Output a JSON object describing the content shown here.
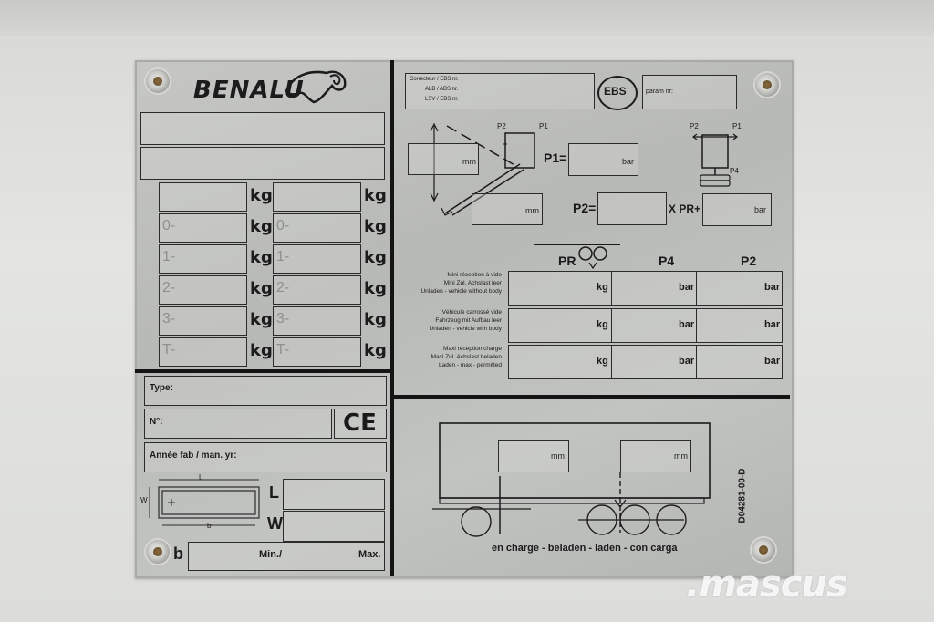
{
  "brand": "BENALU",
  "watermark": ".mascus",
  "left_table": {
    "rows": [
      {
        "left_prefix": "",
        "left_unit": "kg",
        "right_prefix": "",
        "right_unit": "kg"
      },
      {
        "left_prefix": "0-",
        "left_unit": "kg",
        "right_prefix": "0-",
        "right_unit": "kg"
      },
      {
        "left_prefix": "1-",
        "left_unit": "kg",
        "right_prefix": "1-",
        "right_unit": "kg"
      },
      {
        "left_prefix": "2-",
        "left_unit": "kg",
        "right_prefix": "2-",
        "right_unit": "kg"
      },
      {
        "left_prefix": "3-",
        "left_unit": "kg",
        "right_prefix": "3-",
        "right_unit": "kg"
      },
      {
        "left_prefix": "T-",
        "left_unit": "kg",
        "right_prefix": "T-",
        "right_unit": "kg"
      }
    ]
  },
  "id_fields": {
    "type_label": "Type:",
    "number_label": "N°:",
    "year_label": "Année fab / man. yr:",
    "ce_mark": "CE"
  },
  "dimensions": {
    "dim_l": "L",
    "dim_w": "W",
    "dim_b": "b",
    "row_l": "L",
    "row_w": "W",
    "row_b": "b",
    "min": "Min./",
    "max": "Max."
  },
  "ebs_panel": {
    "corrector_lines": [
      "Correcteur / EBS nr.",
      "ALB / ABS nr.",
      "LSV / EBS nr."
    ],
    "ebs_badge": "EBS",
    "param_label": "param nr:",
    "p2_small": "P2",
    "p1_small": "P1",
    "p2_small_b": "P2",
    "p1_small_b": "P1",
    "p4_small": "P4",
    "mm_1": "mm",
    "mm_2": "mm",
    "p1_eq": "P1=",
    "p2_eq": "P2=",
    "bar_1": "bar",
    "bar_2": "bar",
    "xpr": "X PR+"
  },
  "load_table": {
    "headers": [
      "PR",
      "P4",
      "P2"
    ],
    "rows": [
      {
        "lines": [
          "Mini réception à vide",
          "Mini Zul. Achslast leer",
          "Unladen - vehicle without body"
        ],
        "units": [
          "kg",
          "bar",
          "bar"
        ]
      },
      {
        "lines": [
          "Véhicule carrossé vide",
          "Fahrzeug mit Aufbau leer",
          "Unladen - vehicle with body"
        ],
        "units": [
          "kg",
          "bar",
          "bar"
        ]
      },
      {
        "lines": [
          "Maxi réception charge",
          "Maxi Zul. Achslast beladen",
          "Laden - max - permitted"
        ],
        "units": [
          "kg",
          "bar",
          "bar"
        ]
      }
    ]
  },
  "trailer": {
    "mm_a": "mm",
    "mm_b": "mm",
    "caption": "en charge - beladen - laden - con carga",
    "ref": "D04281-00-D"
  }
}
